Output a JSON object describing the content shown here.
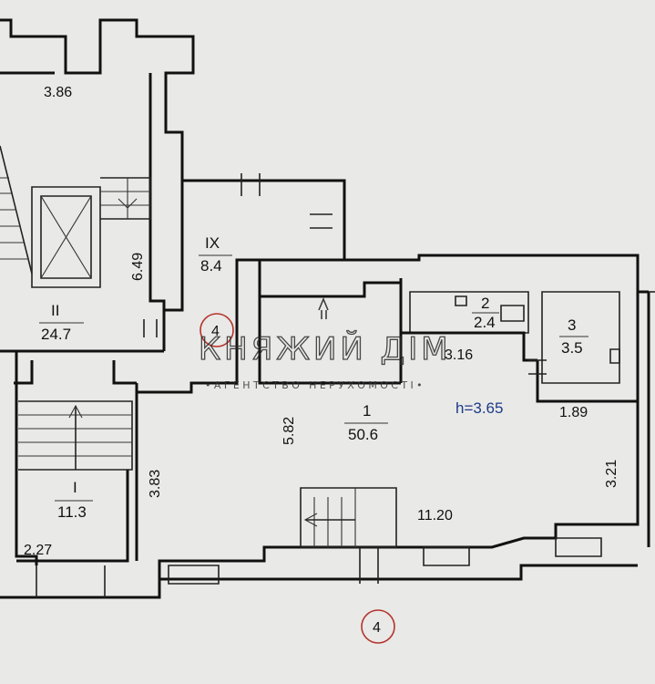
{
  "rooms": {
    "r2nd": {
      "number": "II",
      "area": "24.7"
    },
    "r1st": {
      "number": "I",
      "area": "11.3"
    },
    "r9th": {
      "number": "IX",
      "area": "8.4"
    },
    "main": {
      "number": "1",
      "area": "50.6",
      "height": "h=3.65"
    },
    "wc": {
      "number": "2",
      "area": "2.4"
    },
    "store": {
      "number": "3",
      "area": "3.5"
    }
  },
  "dimensions": {
    "top_width": "3.86",
    "stair_length": "6.49",
    "main_depth": "5.82",
    "hall_width": "3.83",
    "corridor_width": "3.16",
    "store_width": "1.89",
    "right_depth": "3.21",
    "main_length": "11.20",
    "entry_width": "2.27"
  },
  "axis_markers": {
    "upper": "4",
    "lower": "4"
  },
  "watermark": {
    "name": "КНЯЖИЙ ДІМ",
    "tagline": "•АГЕНТСТВО НЕРУХОМОСТІ•"
  },
  "colors": {
    "line": "#111111",
    "paper": "#e9e9e7",
    "marker": "#b5342c",
    "height_text": "#1d3a8a"
  }
}
